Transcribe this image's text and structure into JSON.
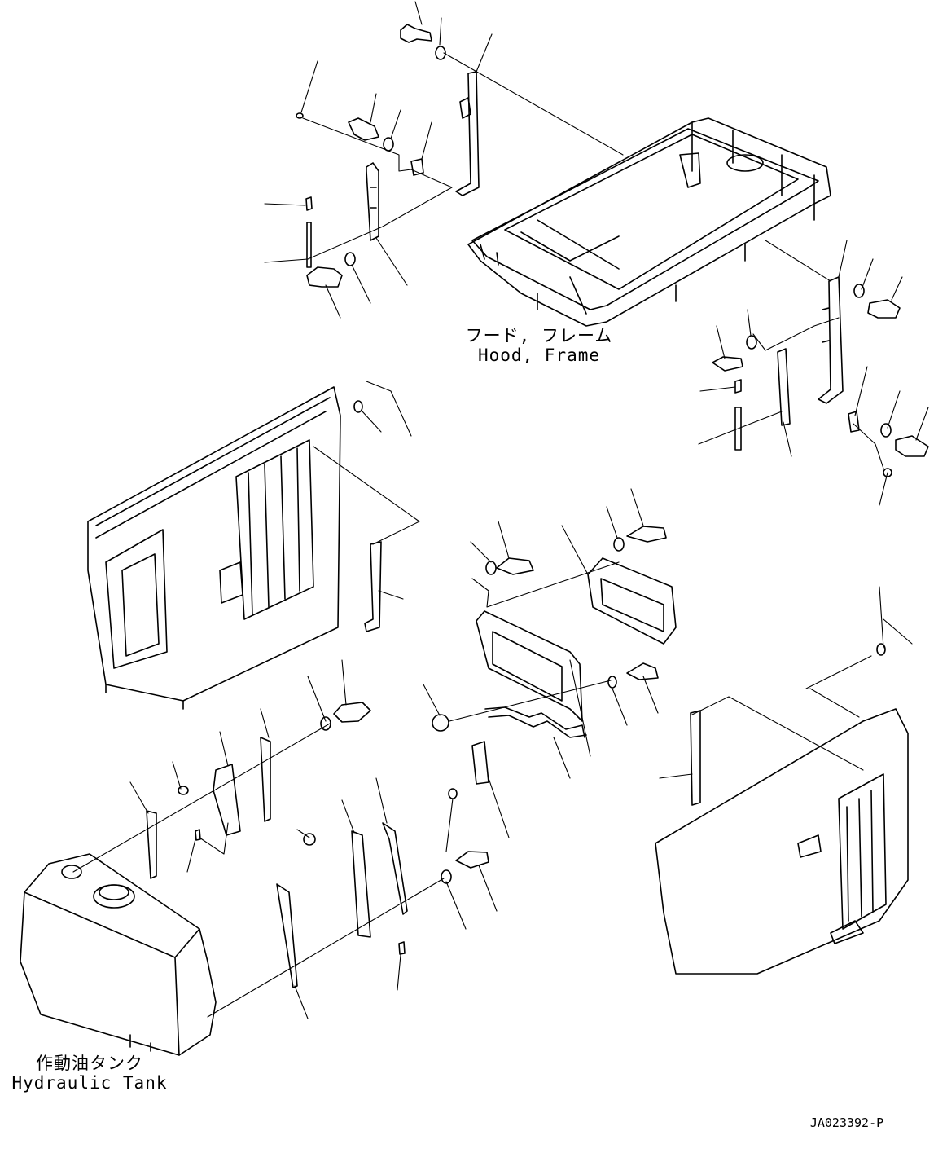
{
  "labels": {
    "hood_frame_jp": "フード, フレーム",
    "hood_frame_en": "Hood, Frame",
    "tank_jp": "作動油タンク",
    "tank_en": "Hydraulic Tank",
    "drawing_code": "JA023392-P"
  }
}
